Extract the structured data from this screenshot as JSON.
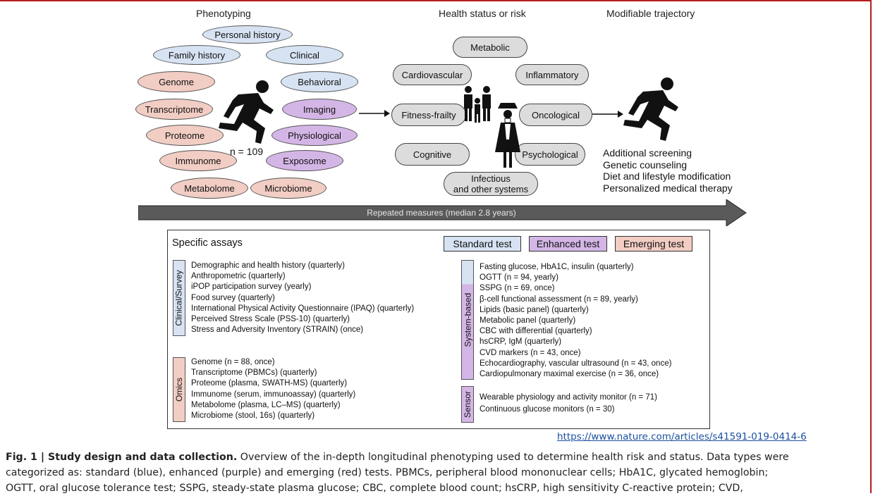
{
  "headers": {
    "phenotyping": "Phenotyping",
    "health_status": "Health status or risk",
    "modifiable": "Modifiable trajectory"
  },
  "phenotypes": {
    "personal_history": "Personal history",
    "family_history": "Family history",
    "clinical": "Clinical",
    "genome": "Genome",
    "behavioral": "Behavioral",
    "transcriptome": "Transcriptome",
    "imaging": "Imaging",
    "proteome": "Proteome",
    "physiological": "Physiological",
    "immunome": "Immunome",
    "exposome": "Exposome",
    "metabolome": "Metabolome",
    "microbiome": "Microbiome"
  },
  "n_label": "n = 109",
  "health": {
    "metabolic": "Metabolic",
    "cardiovascular": "Cardiovascular",
    "inflammatory": "Inflammatory",
    "fitness": "Fitness-frailty",
    "oncological": "Oncological",
    "cognitive": "Cognitive",
    "psychological": "Psychological",
    "infectious_1": "Infectious",
    "infectious_2": "and other systems"
  },
  "outcomes": [
    "Additional screening",
    "Genetic counseling",
    "Diet and lifestyle modification",
    "Personalized medical therapy"
  ],
  "timeline_label": "Repeated measures (median 2.8 years)",
  "assays": {
    "title": "Specific assays",
    "legend": {
      "standard": "Standard test",
      "enhanced": "Enhanced test",
      "emerging": "Emerging test"
    },
    "clinical_label": "Clinical/Survey",
    "clinical": [
      "Demographic and health history (quarterly)",
      "Anthropometric (quarterly)",
      "iPOP participation survey (yearly)",
      "Food survey (quarterly)",
      "International Physical Activity Questionnaire (IPAQ) (quarterly)",
      "Perceived Stress Scale (PSS-10) (quarterly)",
      "Stress and Adversity Inventory (STRAIN) (once)"
    ],
    "omics_label": "Omics",
    "omics": [
      "Genome (n = 88, once)",
      "Transcriptome (PBMCs) (quarterly)",
      "Proteome (plasma, SWATH-MS) (quarterly)",
      "Immunome (serum, immunoassay) (quarterly)",
      "Metabolome (plasma, LC–MS) (quarterly)",
      "Microbiome (stool, 16s) (quarterly)"
    ],
    "system_label": "System-based",
    "system": [
      "Fasting glucose, HbA1C, insulin (quarterly)",
      "OGTT (n = 94, yearly)",
      "SSPG (n = 69, once)",
      "β-cell functional assessment (n = 89, yearly)",
      "Lipids (basic panel) (quarterly)",
      "Metabolic panel (quarterly)",
      "CBC with differential (quarterly)",
      "hsCRP, IgM (quarterly)",
      "CVD markers (n = 43, once)",
      "Echocardiography, vascular ultrasound (n = 43, once)",
      "Cardiopulmonary maximal exercise (n = 36, once)"
    ],
    "sensor_label": "Sensor",
    "sensor": [
      "Wearable physiology and activity monitor (n = 71)",
      "Continuous glucose monitors (n = 30)"
    ]
  },
  "url": "https://www.nature.com/articles/s41591-019-0414-6",
  "caption": {
    "bold": "Fig. 1 | Study design and data collection.",
    "line1": " Overview of the in-depth longitudinal phenotyping used to determine health risk and status. Data types were",
    "line2": "categorized as: standard (blue), enhanced (purple) and emerging (red) tests. PBMCs, peripheral blood mononuclear cells; HbA1C, glycated hemoglobin;",
    "line3": "OGTT, oral glucose tolerance test; SSPG, steady-state plasma glucose; CBC, complete blood count; hsCRP, high sensitivity C-reactive protein; CVD,"
  },
  "colors": {
    "standard": "#d7e3f3",
    "enhanced": "#d4b6e6",
    "emerging": "#f2cdc4",
    "frame": "#b71c1c"
  }
}
